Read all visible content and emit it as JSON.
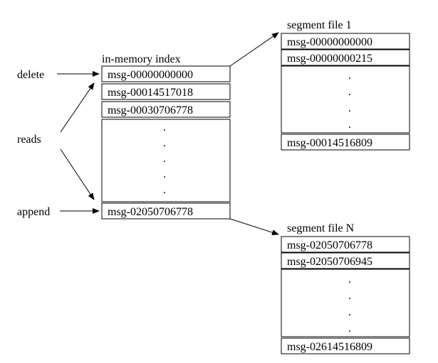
{
  "index": {
    "title": "in-memory index",
    "top_cells": [
      "msg-00000000000",
      "msg-00014517018",
      "msg-00030706778"
    ],
    "bottom_cells": [
      "msg-02050706778"
    ],
    "ellipsis": [
      ".",
      ".",
      ".",
      ".",
      "."
    ]
  },
  "segment_1": {
    "title": "segment file 1",
    "top_cells": [
      "msg-00000000000",
      "msg-00000000215"
    ],
    "bottom_cells": [
      "msg-00014516809"
    ],
    "ellipsis": [
      ".",
      ".",
      ".",
      "."
    ]
  },
  "segment_n": {
    "title": "segment file N",
    "top_cells": [
      "msg-02050706778",
      "msg-02050706945"
    ],
    "bottom_cells": [
      "msg-02614516809"
    ],
    "ellipsis": [
      ".",
      ".",
      ".",
      "."
    ]
  },
  "operations": {
    "delete": "delete",
    "reads": "reads",
    "append": "append"
  },
  "colors": {
    "line": "#000000",
    "fill": "#ffffff"
  }
}
